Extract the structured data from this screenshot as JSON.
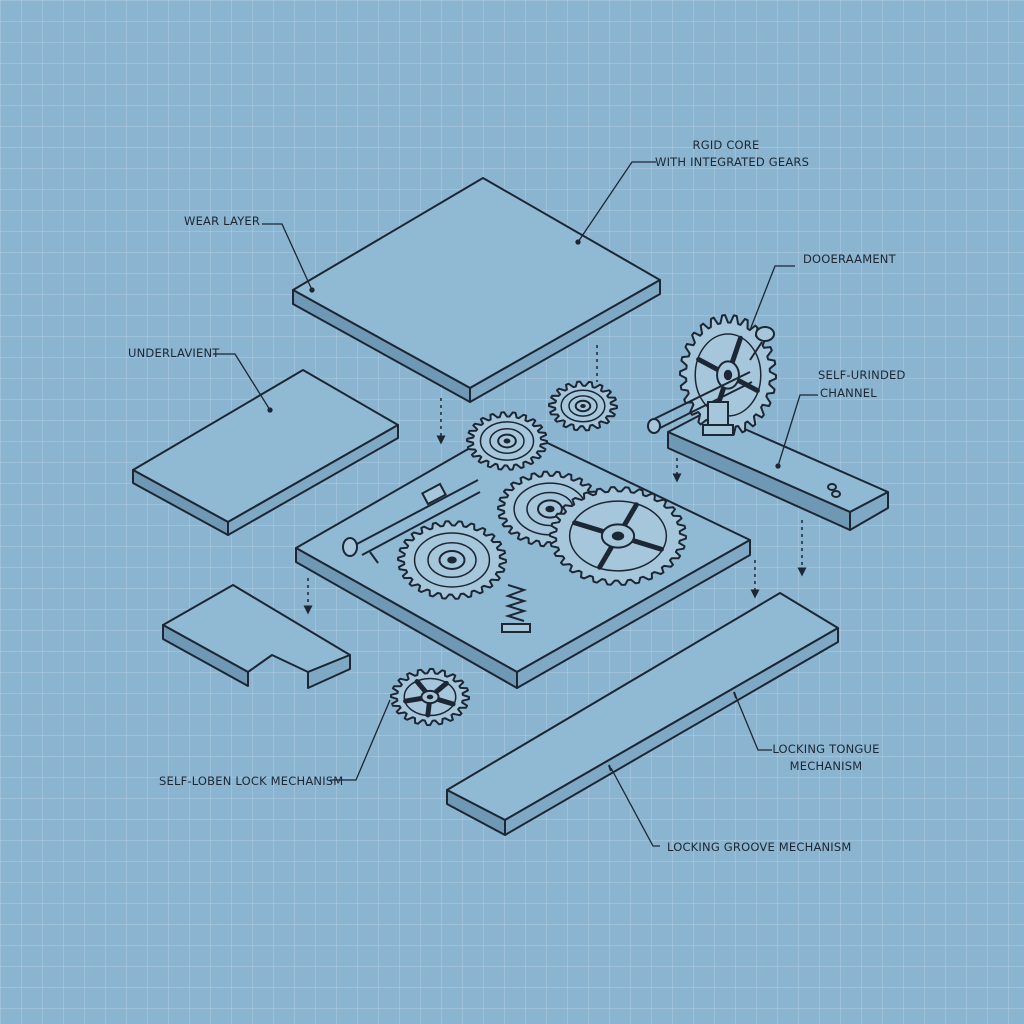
{
  "colors": {
    "background": "#8ab4d0",
    "ink": "#1d2733",
    "plate_fill": "#90b9d4",
    "plate_side": "#6f98b4",
    "gear_fill": "#a6c6dc"
  },
  "labels": {
    "rigid_core_1": "RGID CORE",
    "rigid_core_2": "WITH INTEGRATED GEARS",
    "wear_layer": "WEAR LAYER",
    "dooeraament": "DOOERAAMENT",
    "underlayment": "UNDERLAVIENT",
    "self_channel_1": "SELF-URINDED",
    "self_channel_2": "CHANNEL",
    "locking_tongue_1": "LOCKING TONGUE",
    "locking_tongue_2": "MECHANISM",
    "self_lock": "SELF-LOBEN LOCK MECHANISM",
    "locking_groove": "LOCKING GROOVE MECHANISM"
  },
  "icons": [
    "gear-icon",
    "spring-icon",
    "shaft-icon",
    "crank-icon"
  ]
}
